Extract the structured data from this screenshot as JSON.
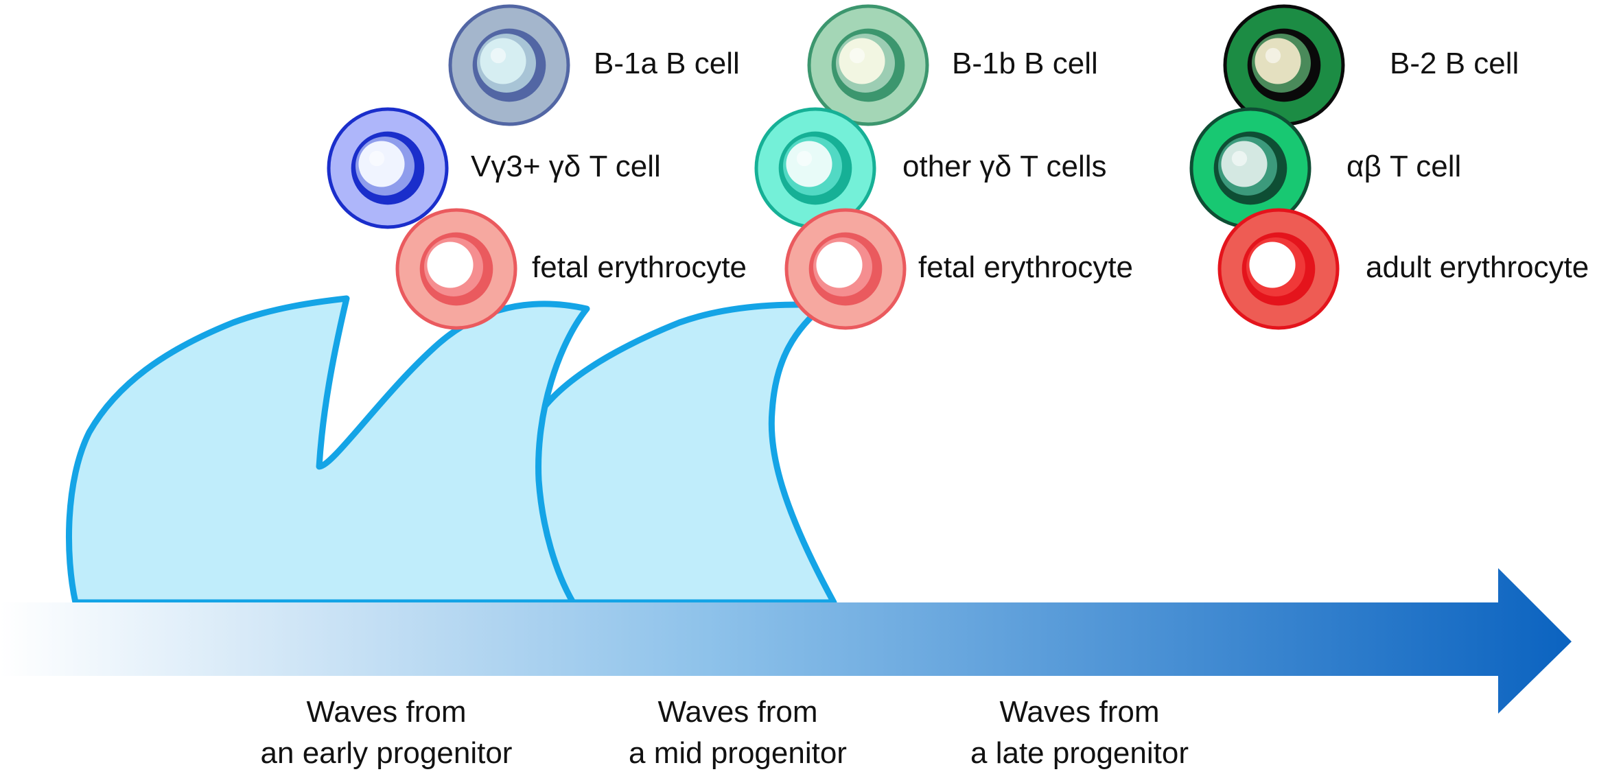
{
  "colors": {
    "wave_fill": "#c0edfb",
    "wave_stroke": "#14a4e6",
    "arrow_start": "#ffffff",
    "arrow_mid": "#8ec2ea",
    "arrow_end": "#0b63c0"
  },
  "waves": [
    {
      "id": "early",
      "caption_line1": "Waves from",
      "caption_line2": "an early progenitor",
      "cells": [
        {
          "label": "B-1a B cell",
          "icon": "b1a-b-cell-icon",
          "outer": "#a4b6cc",
          "ring": "#5266a4",
          "inner": "#a8c4d6",
          "nucleus": "#d6eef2"
        },
        {
          "label": "Vγ3+ γδ T cell",
          "icon": "vg3-gd-t-cell-icon",
          "outer": "#aeb6fa",
          "ring": "#1a2ecb",
          "inner": "#8f9dec",
          "nucleus": "#f0f4ff"
        },
        {
          "label": "fetal erythrocyte",
          "icon": "fetal-erythrocyte-icon",
          "outer": "#f6a8a0",
          "ring": "#ea5a5e",
          "inner": "#f58e90",
          "nucleus": "#ffffff"
        }
      ]
    },
    {
      "id": "mid",
      "caption_line1": "Waves from",
      "caption_line2": "a mid progenitor",
      "cells": [
        {
          "label": "B-1b B cell",
          "icon": "b1b-b-cell-icon",
          "outer": "#a4d6b6",
          "ring": "#3c966e",
          "inner": "#9ccdb3",
          "nucleus": "#f2f6e2"
        },
        {
          "label": "other γδ T cells",
          "icon": "other-gd-t-cells-icon",
          "outer": "#74f0d8",
          "ring": "#16b096",
          "inner": "#52d9c4",
          "nucleus": "#e8fbf8"
        },
        {
          "label": "fetal erythrocyte",
          "icon": "fetal-erythrocyte-icon",
          "outer": "#f6a8a0",
          "ring": "#ea5a5e",
          "inner": "#f58e90",
          "nucleus": "#ffffff"
        }
      ]
    },
    {
      "id": "late",
      "caption_line1": "Waves from",
      "caption_line2": "a late progenitor",
      "cells": [
        {
          "label": "B-2 B cell",
          "icon": "b2-b-cell-icon",
          "outer": "#1c8c44",
          "ring": "#0a0a0a",
          "inner": "#4a8a5a",
          "nucleus": "#e4e0c0"
        },
        {
          "label": "αβ T cell",
          "icon": "ab-t-cell-icon",
          "outer": "#18c872",
          "ring": "#0e4e34",
          "inner": "#3c9a7c",
          "nucleus": "#d4e8e2"
        },
        {
          "label": "adult erythrocyte",
          "icon": "adult-erythrocyte-icon",
          "outer": "#ee5c54",
          "ring": "#e4141c",
          "inner": "#f03838",
          "nucleus": "#ffffff"
        }
      ]
    }
  ]
}
